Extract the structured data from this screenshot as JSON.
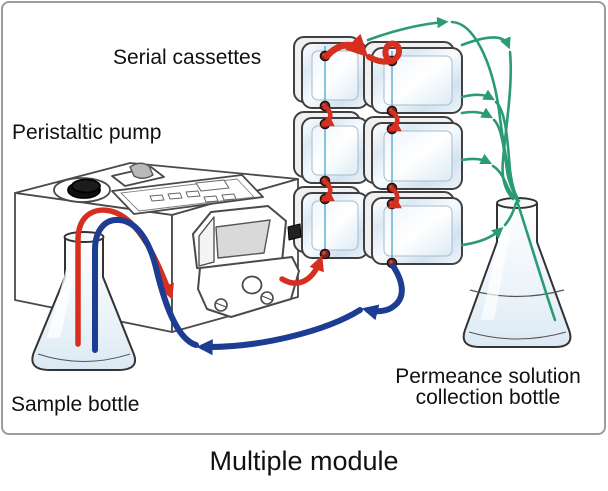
{
  "figure": {
    "caption": "Multiple module"
  },
  "labels": {
    "serial_cassettes": "Serial cassettes",
    "peristaltic_pump": "Peristaltic pump",
    "sample_bottle": "Sample bottle",
    "permeance_collection_line1": "Permeance solution",
    "permeance_collection_line2": "collection bottle"
  },
  "diagram": {
    "cassette_count": 6,
    "cassette_grid": "2 columns x 3 rows",
    "flow_loop": "sample bottle - peristaltic pump - serial cassettes - sample bottle",
    "permeate_path": "cassettes - permeance solution collection bottle"
  },
  "colors": {
    "feed_tube_red": "#d62e1f",
    "return_tube_blue": "#1c3d91",
    "permeate_tube_green": "#2b9b74",
    "membrane_line_cyan": "#49a6d5",
    "outline_dark": "#404040",
    "frame_gray": "#9c9c9c"
  }
}
